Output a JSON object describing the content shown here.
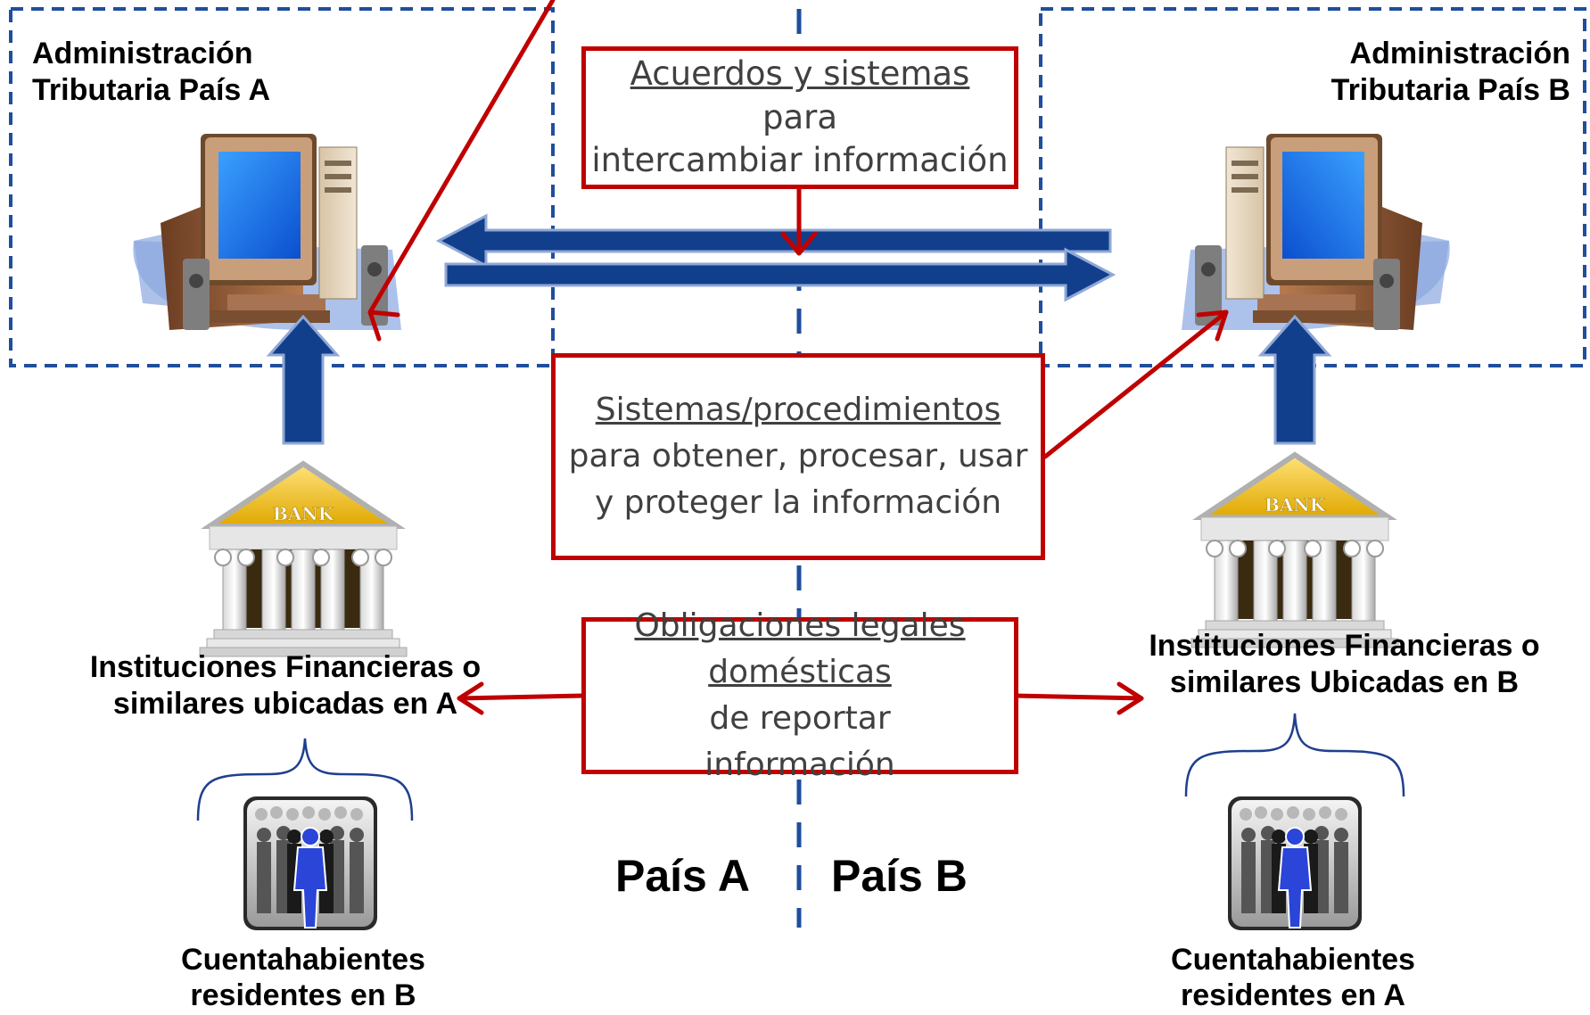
{
  "left_admin": {
    "line1": "Administración",
    "line2": "Tributaria País A"
  },
  "right_admin": {
    "line1": "Administración",
    "line2": "Tributaria País B"
  },
  "box_top": {
    "line1_underlined": "Acuerdos y sistemas",
    "line1_rest": " para",
    "line2": "intercambiar información"
  },
  "box_middle": {
    "line1_underlined": "Sistemas/procedimientos",
    "line2": "para obtener, procesar, usar",
    "line3": "y proteger la información"
  },
  "box_bottom": {
    "line1_underlined": "Obligaciones legales",
    "line2_underlined": "domésticas",
    "line2_rest": " de reportar",
    "line3": "información"
  },
  "left_fi": {
    "line1": "Instituciones Financieras o",
    "line2": "similares  ubicadas en A"
  },
  "right_fi": {
    "line1": "Instituciones Financieras o",
    "line2": "similares  Ubicadas en B"
  },
  "left_holders": {
    "line1": "Cuentahabientes",
    "line2": "residentes en B"
  },
  "right_holders": {
    "line1": "Cuentahabientes",
    "line2": "residentes en A"
  },
  "country_a": "País A",
  "country_b": "País B",
  "bank_sign": "BANK",
  "colors": {
    "dashed_blue": "#1f4e9c",
    "arrow_blue": "#123f8c",
    "arrow_red": "#c00000",
    "box_border": "#c00000"
  }
}
